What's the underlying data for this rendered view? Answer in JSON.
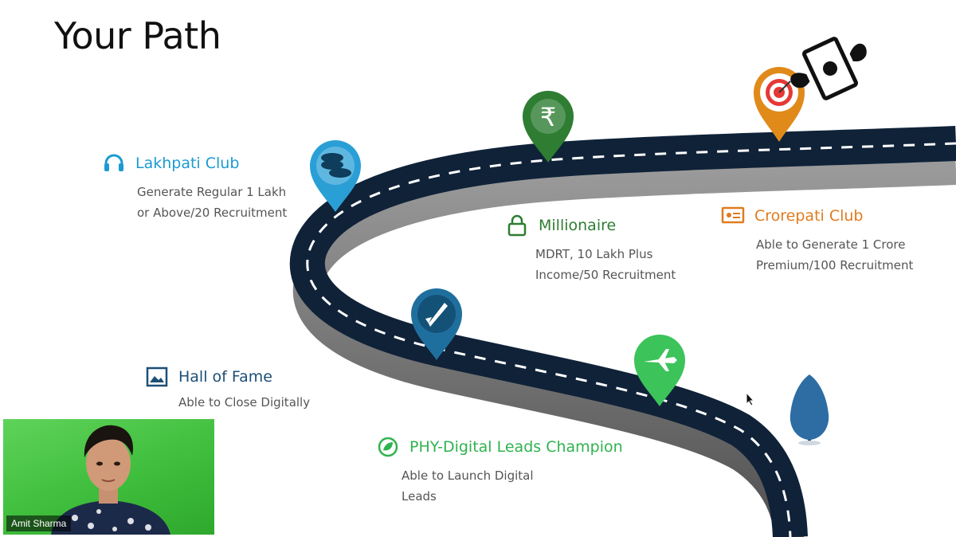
{
  "slide": {
    "title": "Your Path",
    "milestones": [
      {
        "id": "lakhpati",
        "title": "Lakhpati Club",
        "lines": [
          "Generate Regular 1 Lakh",
          "or Above/20 Recruitment"
        ],
        "color": "#1b9bd1",
        "icon": "headset-icon"
      },
      {
        "id": "millionaire",
        "title": "Millionaire",
        "lines": [
          "MDRT, 10 Lakh Plus",
          "Income/50 Recruitment"
        ],
        "color": "#2e7d32",
        "icon": "lock-icon"
      },
      {
        "id": "crorepati",
        "title": "Crorepati Club",
        "lines": [
          "Able to Generate 1 Crore",
          "Premium/100 Recruitment"
        ],
        "color": "#e07b1f",
        "icon": "presentation-icon"
      },
      {
        "id": "hall",
        "title": "Hall of Fame",
        "lines": [
          "Able to Close Digitally"
        ],
        "color": "#1d4f76",
        "icon": "picture-icon"
      },
      {
        "id": "phy",
        "title": "PHY-Digital Leads Champion",
        "lines": [
          "Able to Launch Digital",
          "Leads"
        ],
        "color": "#2fb34f",
        "icon": "leaf-icon"
      }
    ],
    "pins": [
      {
        "name": "coins-pin",
        "color": "#2a9fd6",
        "icon": "coins-icon"
      },
      {
        "name": "rupee-pin",
        "color": "#2e7d32",
        "icon": "rupee-icon"
      },
      {
        "name": "target-pin",
        "color": "#e08a1a",
        "icon": "target-icon"
      },
      {
        "name": "rocket-pin",
        "color": "#1f6f9e",
        "icon": "rocket-icon"
      },
      {
        "name": "plane-pin",
        "color": "#3cc35a",
        "icon": "airplane-icon"
      }
    ]
  },
  "video": {
    "participant_name": "Amit Sharma",
    "background": "#45c041"
  },
  "colors": {
    "road": "#0f2238",
    "road_shadow": "#6b6b6b",
    "dash": "#ffffff"
  }
}
